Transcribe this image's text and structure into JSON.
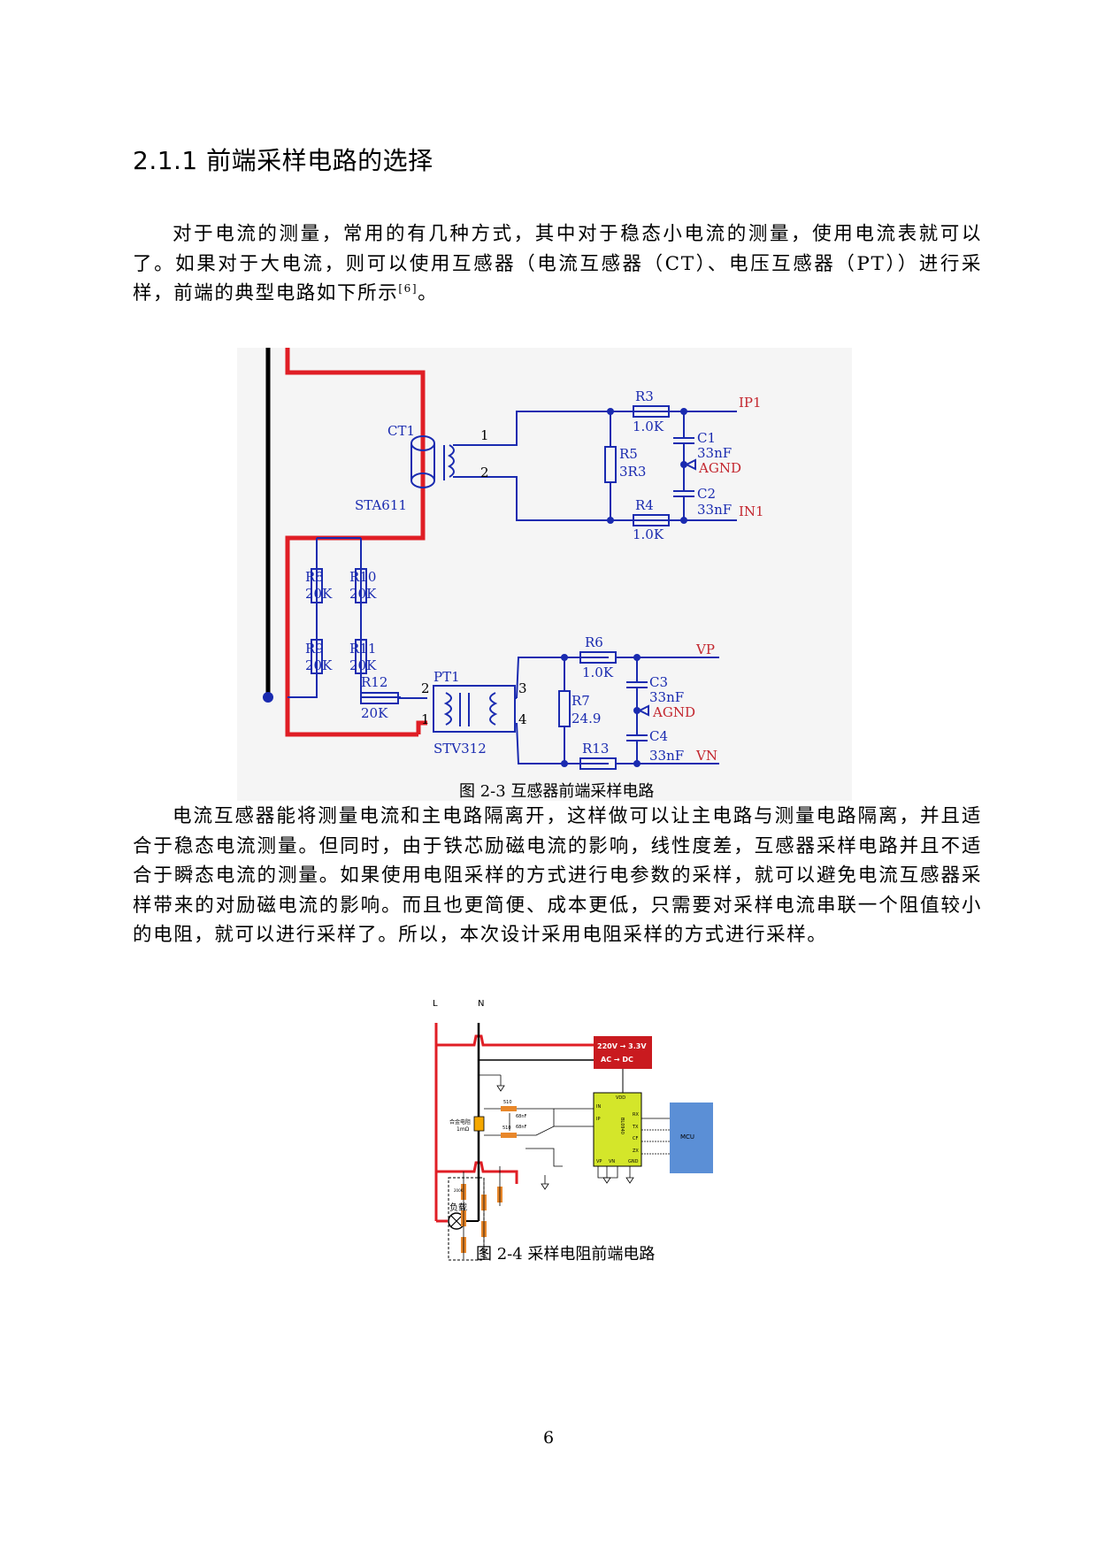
{
  "heading": "2.1.1 前端采样电路的选择",
  "para1": {
    "text": "对于电流的测量，常用的有几种方式，其中对于稳态小电流的测量，使用电流表就可以了。如果对于大电流，则可以使用互感器（电流互感器（CT）、电压互感器（PT））进行采样，前端的典型电路如下所示",
    "cite": "[6]",
    "end": "。"
  },
  "figure1": {
    "caption": "图 2-3  互感器前端采样电路",
    "labels": {
      "ct1": "CT1",
      "sta611": "STA611",
      "pin1": "1",
      "pin2": "2",
      "r3": "R3",
      "r3v": "1.0K",
      "r4": "R4",
      "r4v": "1.0K",
      "r5": "R5",
      "r5v": "3R3",
      "c1": "C1",
      "c1v": "33nF",
      "c2": "C2",
      "c2v": "33nF",
      "agnd1": "AGND",
      "ip1": "IP1",
      "in1": "IN1",
      "r8": "R8",
      "r8v": "20K",
      "r10": "R10",
      "r10v": "20K",
      "r9": "R9",
      "r9v": "20K",
      "r11": "R11",
      "r11v": "20K",
      "r12": "R12",
      "r12v": "20K",
      "pt1": "PT1",
      "stv312": "STV312",
      "pt_p1": "1",
      "pt_p2": "2",
      "pt_p3": "3",
      "pt_p4": "4",
      "r6": "R6",
      "r6v": "1.0K",
      "r7": "R7",
      "r7v": "24.9",
      "r13": "R13",
      "c3": "C3",
      "c3v": "33nF",
      "c4": "C4",
      "c4v": "33nF",
      "agnd2": "AGND",
      "vp": "VP",
      "vn": "VN"
    }
  },
  "para2": {
    "text": "电流互感器能将测量电流和主电路隔离开，这样做可以让主电路与测量电路隔离，并且适合于稳态电流测量。但同时，由于铁芯励磁电流的影响，线性度差，互感器采样电路并且不适合于瞬态电流的测量。如果使用电阻采样的方式进行电参数的采样，就可以避免电流互感器采样带来的对励磁电流的影响。而且也更简便、成本更低，只需要对采样电流串联一个阻值较小的电阻，就可以进行采样了。所以，本次设计采用电阻采样的方式进行采样。"
  },
  "figure2": {
    "caption": "图 2-4  采样电阻前端电路",
    "labels": {
      "l": "L",
      "n": "N",
      "psu_line1": "220V  → 3.3V",
      "psu_line2": "AC     → DC",
      "mcu": "MCU",
      "load": "负载",
      "shunt": "合金电阻",
      "shunt_val": "1mΩ",
      "r510a": "510",
      "r510b": "510",
      "cap68a": "68nF",
      "cap68b": "68nF",
      "vdd": "VDD",
      "ip": "IP",
      "in": "IN",
      "rx": "RX",
      "tx": "TX",
      "cf": "CF",
      "zx": "ZX",
      "vp": "VP",
      "vn": "VN",
      "gnd": "GND",
      "chip": "BL0940",
      "r200k": "200K"
    }
  },
  "page_number": "6"
}
